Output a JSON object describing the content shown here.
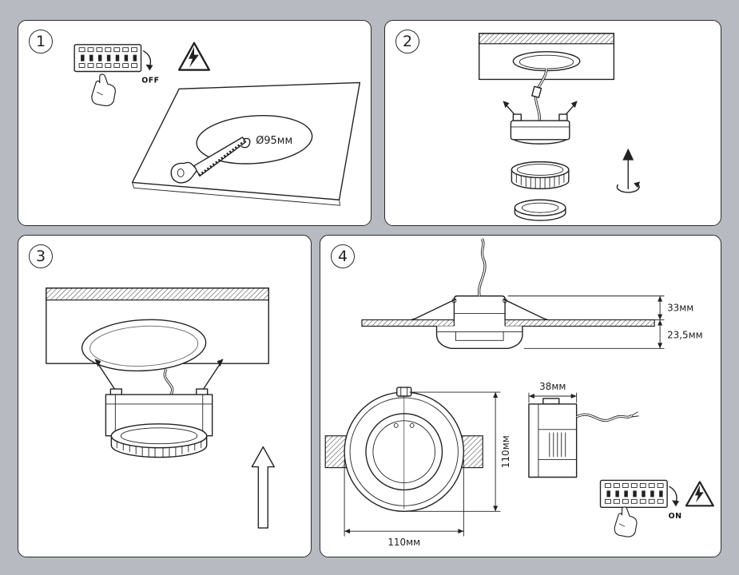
{
  "colors": {
    "background": "#b7bac0",
    "panel_background": "#ffffff",
    "line": "#222222"
  },
  "panels": {
    "p1": {
      "step": "1",
      "labels": {
        "off": "OFF",
        "hole_diameter": "Ø95мм"
      }
    },
    "p2": {
      "step": "2"
    },
    "p3": {
      "step": "3"
    },
    "p4": {
      "step": "4",
      "labels": {
        "recess_above": "33мм",
        "recess_below": "23,5мм",
        "side_width": "38мм",
        "front_width": "110мм",
        "front_height": "110мм",
        "on": "ON"
      }
    }
  }
}
